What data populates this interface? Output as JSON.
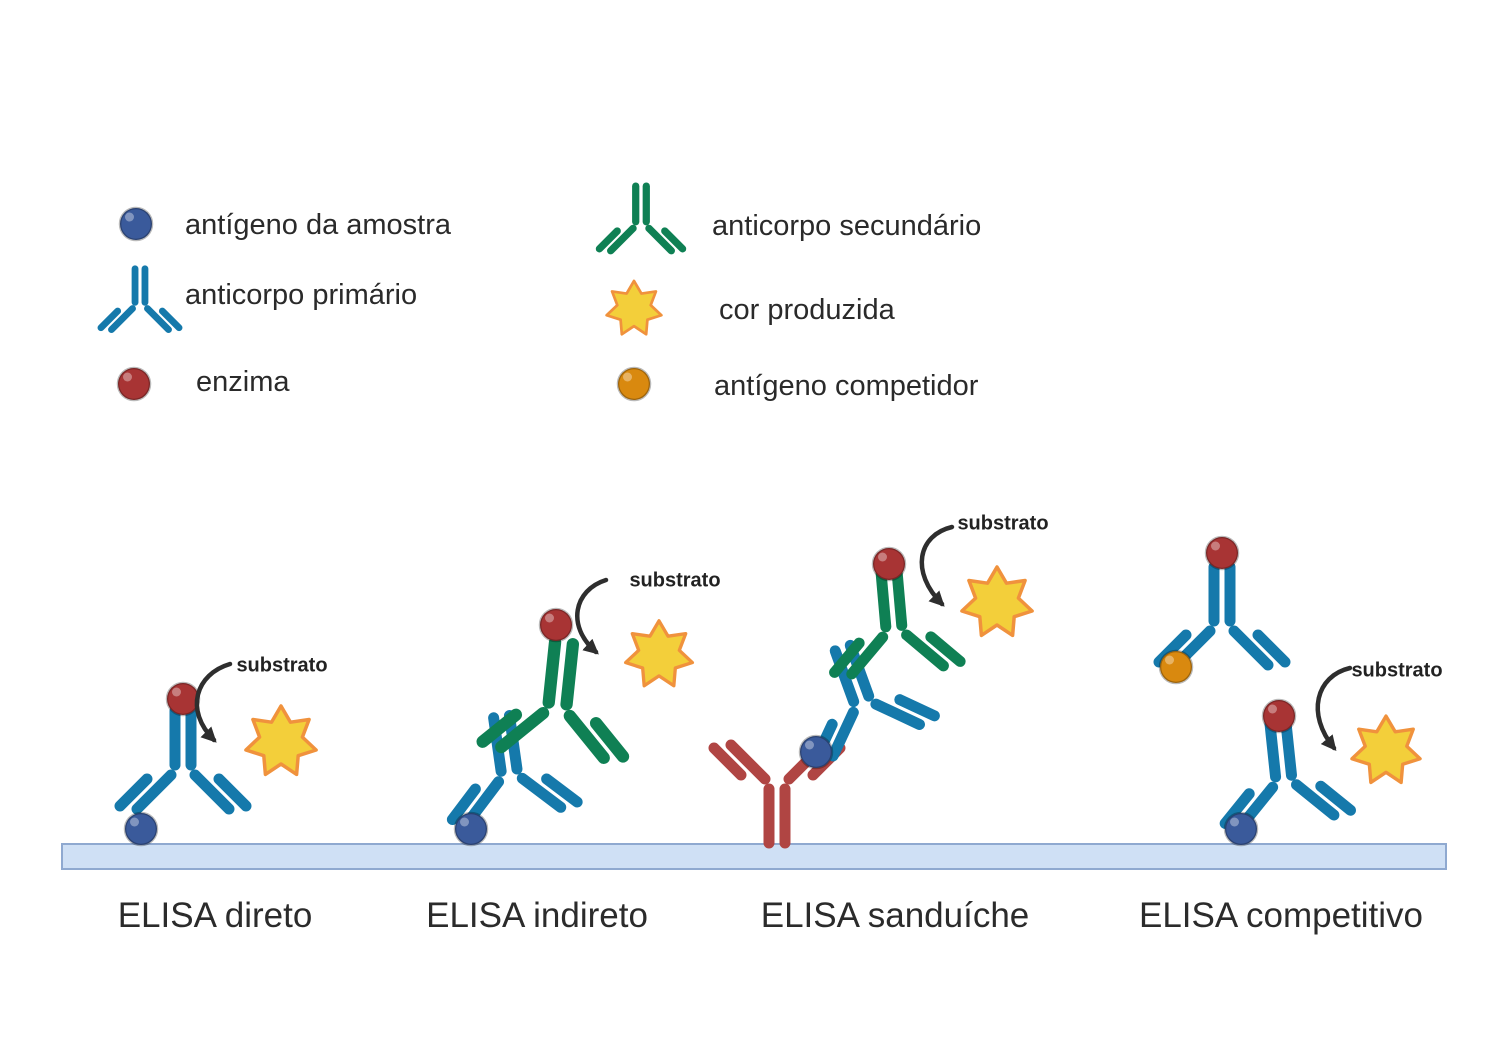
{
  "legend": {
    "items": [
      {
        "icon": "blue-sphere-icon",
        "label": "antígeno da amostra"
      },
      {
        "icon": "blue-antibody-icon",
        "label": "anticorpo primário"
      },
      {
        "icon": "red-sphere-icon",
        "label": "enzima"
      },
      {
        "icon": "green-antibody-icon",
        "label": "anticorpo secundário"
      },
      {
        "icon": "yellow-star-icon",
        "label": "cor produzida"
      },
      {
        "icon": "orange-sphere-icon",
        "label": "antígeno competidor"
      }
    ]
  },
  "diagrams": [
    {
      "title": "ELISA direto",
      "substrate_label": "substrato"
    },
    {
      "title": "ELISA indireto",
      "substrate_label": "substrato"
    },
    {
      "title": "ELISA sanduíche",
      "substrate_label": "substrato"
    },
    {
      "title": "ELISA competitivo",
      "substrate_label": "substrato"
    }
  ],
  "colors": {
    "antibody_blue": "#1579ab",
    "antibody_green": "#0f8054",
    "antibody_red": "#b04543",
    "antigen_blue": "#3a5a9b",
    "enzyme_red": "#a83434",
    "antigen_orange": "#d9890f",
    "star_fill": "#f3cf3a",
    "star_stroke": "#f0923d",
    "plate_fill": "#cfe0f5",
    "plate_stroke": "#8fa9d0",
    "arrow": "#2e2e2e",
    "text": "#2a2a2a"
  }
}
